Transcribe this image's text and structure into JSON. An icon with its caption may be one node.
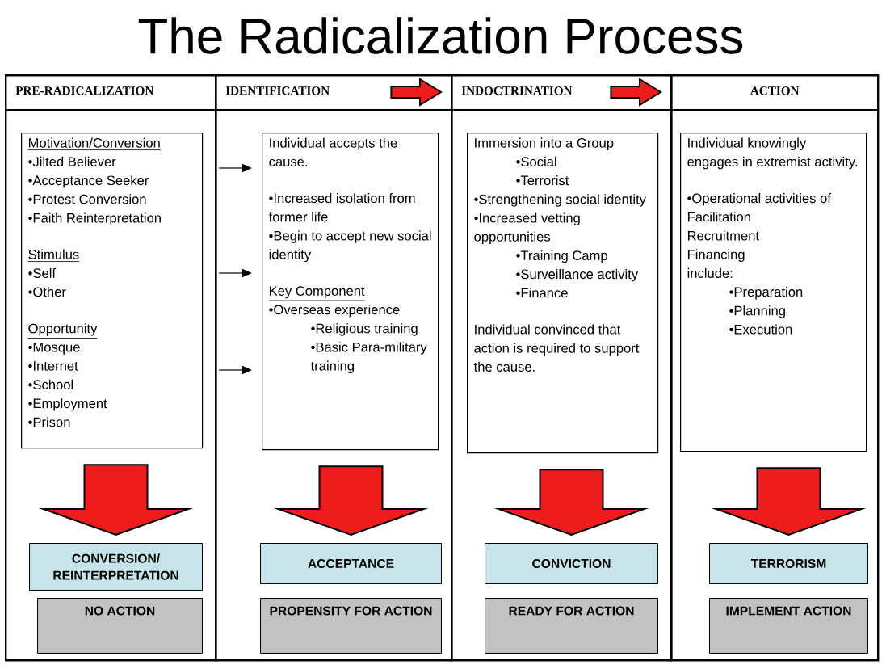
{
  "diagram": {
    "title": "The Radicalization Process",
    "nodes": [
      {
        "text": [
          "PRE-RADICALIZATION"
        ]
      },
      {
        "text": [
          "Motivation/Conversion",
          "•Jilted Believer",
          "•Acceptance Seeker",
          "•Protest Conversion",
          "•Faith Reinterpretation",
          "Stimulus",
          "•Self",
          "•Other",
          "Opportunity",
          "•Mosque",
          "•Internet",
          "•School",
          "•Employment",
          "•Prison"
        ],
        "in": 0
      },
      {
        "text": [
          "CONVERSION/ REINTERPRETATION"
        ],
        "in": 0
      },
      {
        "text": [
          "NO ACTION"
        ],
        "in": 0
      },
      {
        "text": [
          "IDENTIFICATION"
        ]
      },
      {
        "text": [
          "Individual accepts the cause.",
          "•Increased isolation from former life",
          "•Begin to accept new social identity",
          "Key Component",
          "•Overseas experience",
          "•Religious training",
          "•Basic Para-military training"
        ],
        "in": 4
      },
      {
        "text": [
          "ACCEPTANCE"
        ],
        "in": 4
      },
      {
        "text": [
          "PROPENSITY FOR ACTION"
        ],
        "in": 4
      },
      {
        "text": [
          "INDOCTRINATION"
        ]
      },
      {
        "text": [
          "Immersion into a Group",
          "•Social",
          "•Terrorist",
          "•Strengthening social identity",
          "•Increased vetting opportunities",
          "•Training Camp",
          "•Surveillance activity",
          "•Finance",
          "Individual convinced that action is required to support the cause."
        ],
        "in": 8
      },
      {
        "text": [
          "CONVICTION"
        ],
        "in": 8
      },
      {
        "text": [
          "READY FOR ACTION"
        ],
        "in": 8
      },
      {
        "text": [
          "ACTION"
        ]
      },
      {
        "text": [
          "Individual knowingly engages in extremist activity.",
          "•Operational activities of",
          "Facilitation",
          "Recruitment",
          "Financing",
          "include:",
          "•Preparation",
          "•Planning",
          "•Execution"
        ],
        "in": 12
      },
      {
        "text": [
          "TERRORISM"
        ],
        "in": 12
      },
      {
        "text": [
          "IMPLEMENT ACTION"
        ],
        "in": 12
      }
    ],
    "edges": [
      {
        "from": 1,
        "to": 2,
        "arrow": "to",
        "style": "thick",
        "color": "#ee1c1c"
      },
      {
        "from": 5,
        "to": 6,
        "arrow": "to",
        "style": "thick",
        "color": "#ee1c1c"
      },
      {
        "from": 9,
        "to": 10,
        "arrow": "to",
        "style": "thick",
        "color": "#ee1c1c"
      },
      {
        "from": 13,
        "to": 14,
        "arrow": "to",
        "style": "thick",
        "color": "#ee1c1c"
      },
      {
        "from": 1,
        "to": 5,
        "arrow": "to"
      },
      {
        "from": 1,
        "to": 5,
        "arrow": "to"
      },
      {
        "from": 1,
        "to": 5,
        "arrow": "to"
      },
      {
        "from": 4,
        "to": 8,
        "arrow": "to",
        "style": "thick",
        "color": "#ee1c1c"
      },
      {
        "from": 8,
        "to": 12,
        "arrow": "to",
        "style": "thick",
        "color": "#ee1c1c"
      }
    ]
  }
}
